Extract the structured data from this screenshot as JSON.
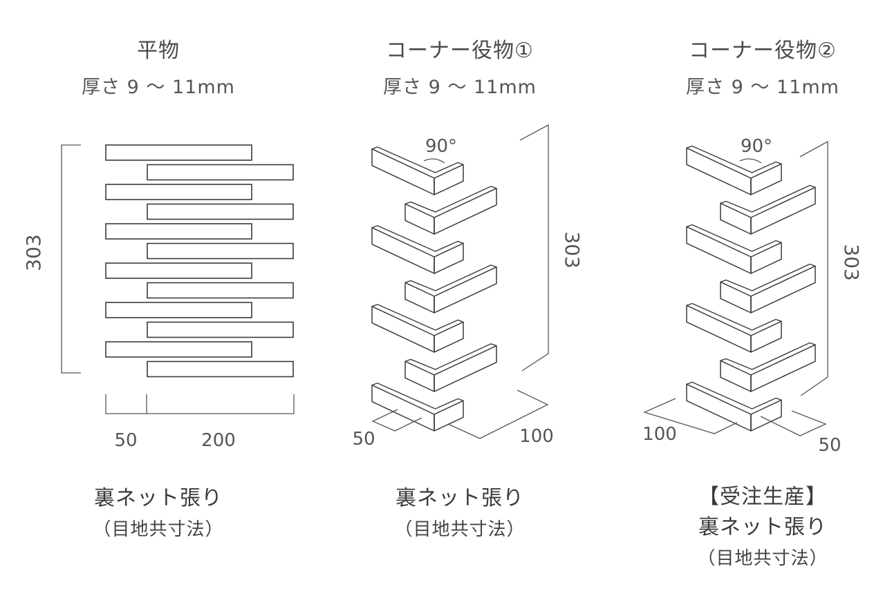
{
  "panels": [
    {
      "title": "平物",
      "thickness": "厚さ 9 〜 11mm",
      "dims": {
        "height": "303",
        "left_offset": "50",
        "width": "200"
      },
      "footer": [
        "裏ネット張り",
        "（目地共寸法）"
      ]
    },
    {
      "title": "コーナー役物①",
      "thickness": "厚さ 9 〜 11mm",
      "dims": {
        "angle": "90°",
        "height": "303",
        "left": "50",
        "right": "100"
      },
      "footer": [
        "裏ネット張り",
        "（目地共寸法）"
      ]
    },
    {
      "title": "コーナー役物②",
      "thickness": "厚さ 9 〜 11mm",
      "dims": {
        "angle": "90°",
        "height": "303",
        "left": "100",
        "right": "50"
      },
      "footer": [
        "【受注生産】",
        "裏ネット張り",
        "（目地共寸法）"
      ]
    }
  ],
  "colors": {
    "line": "#3a3a3a",
    "dim": "#555555",
    "background": "#ffffff"
  }
}
